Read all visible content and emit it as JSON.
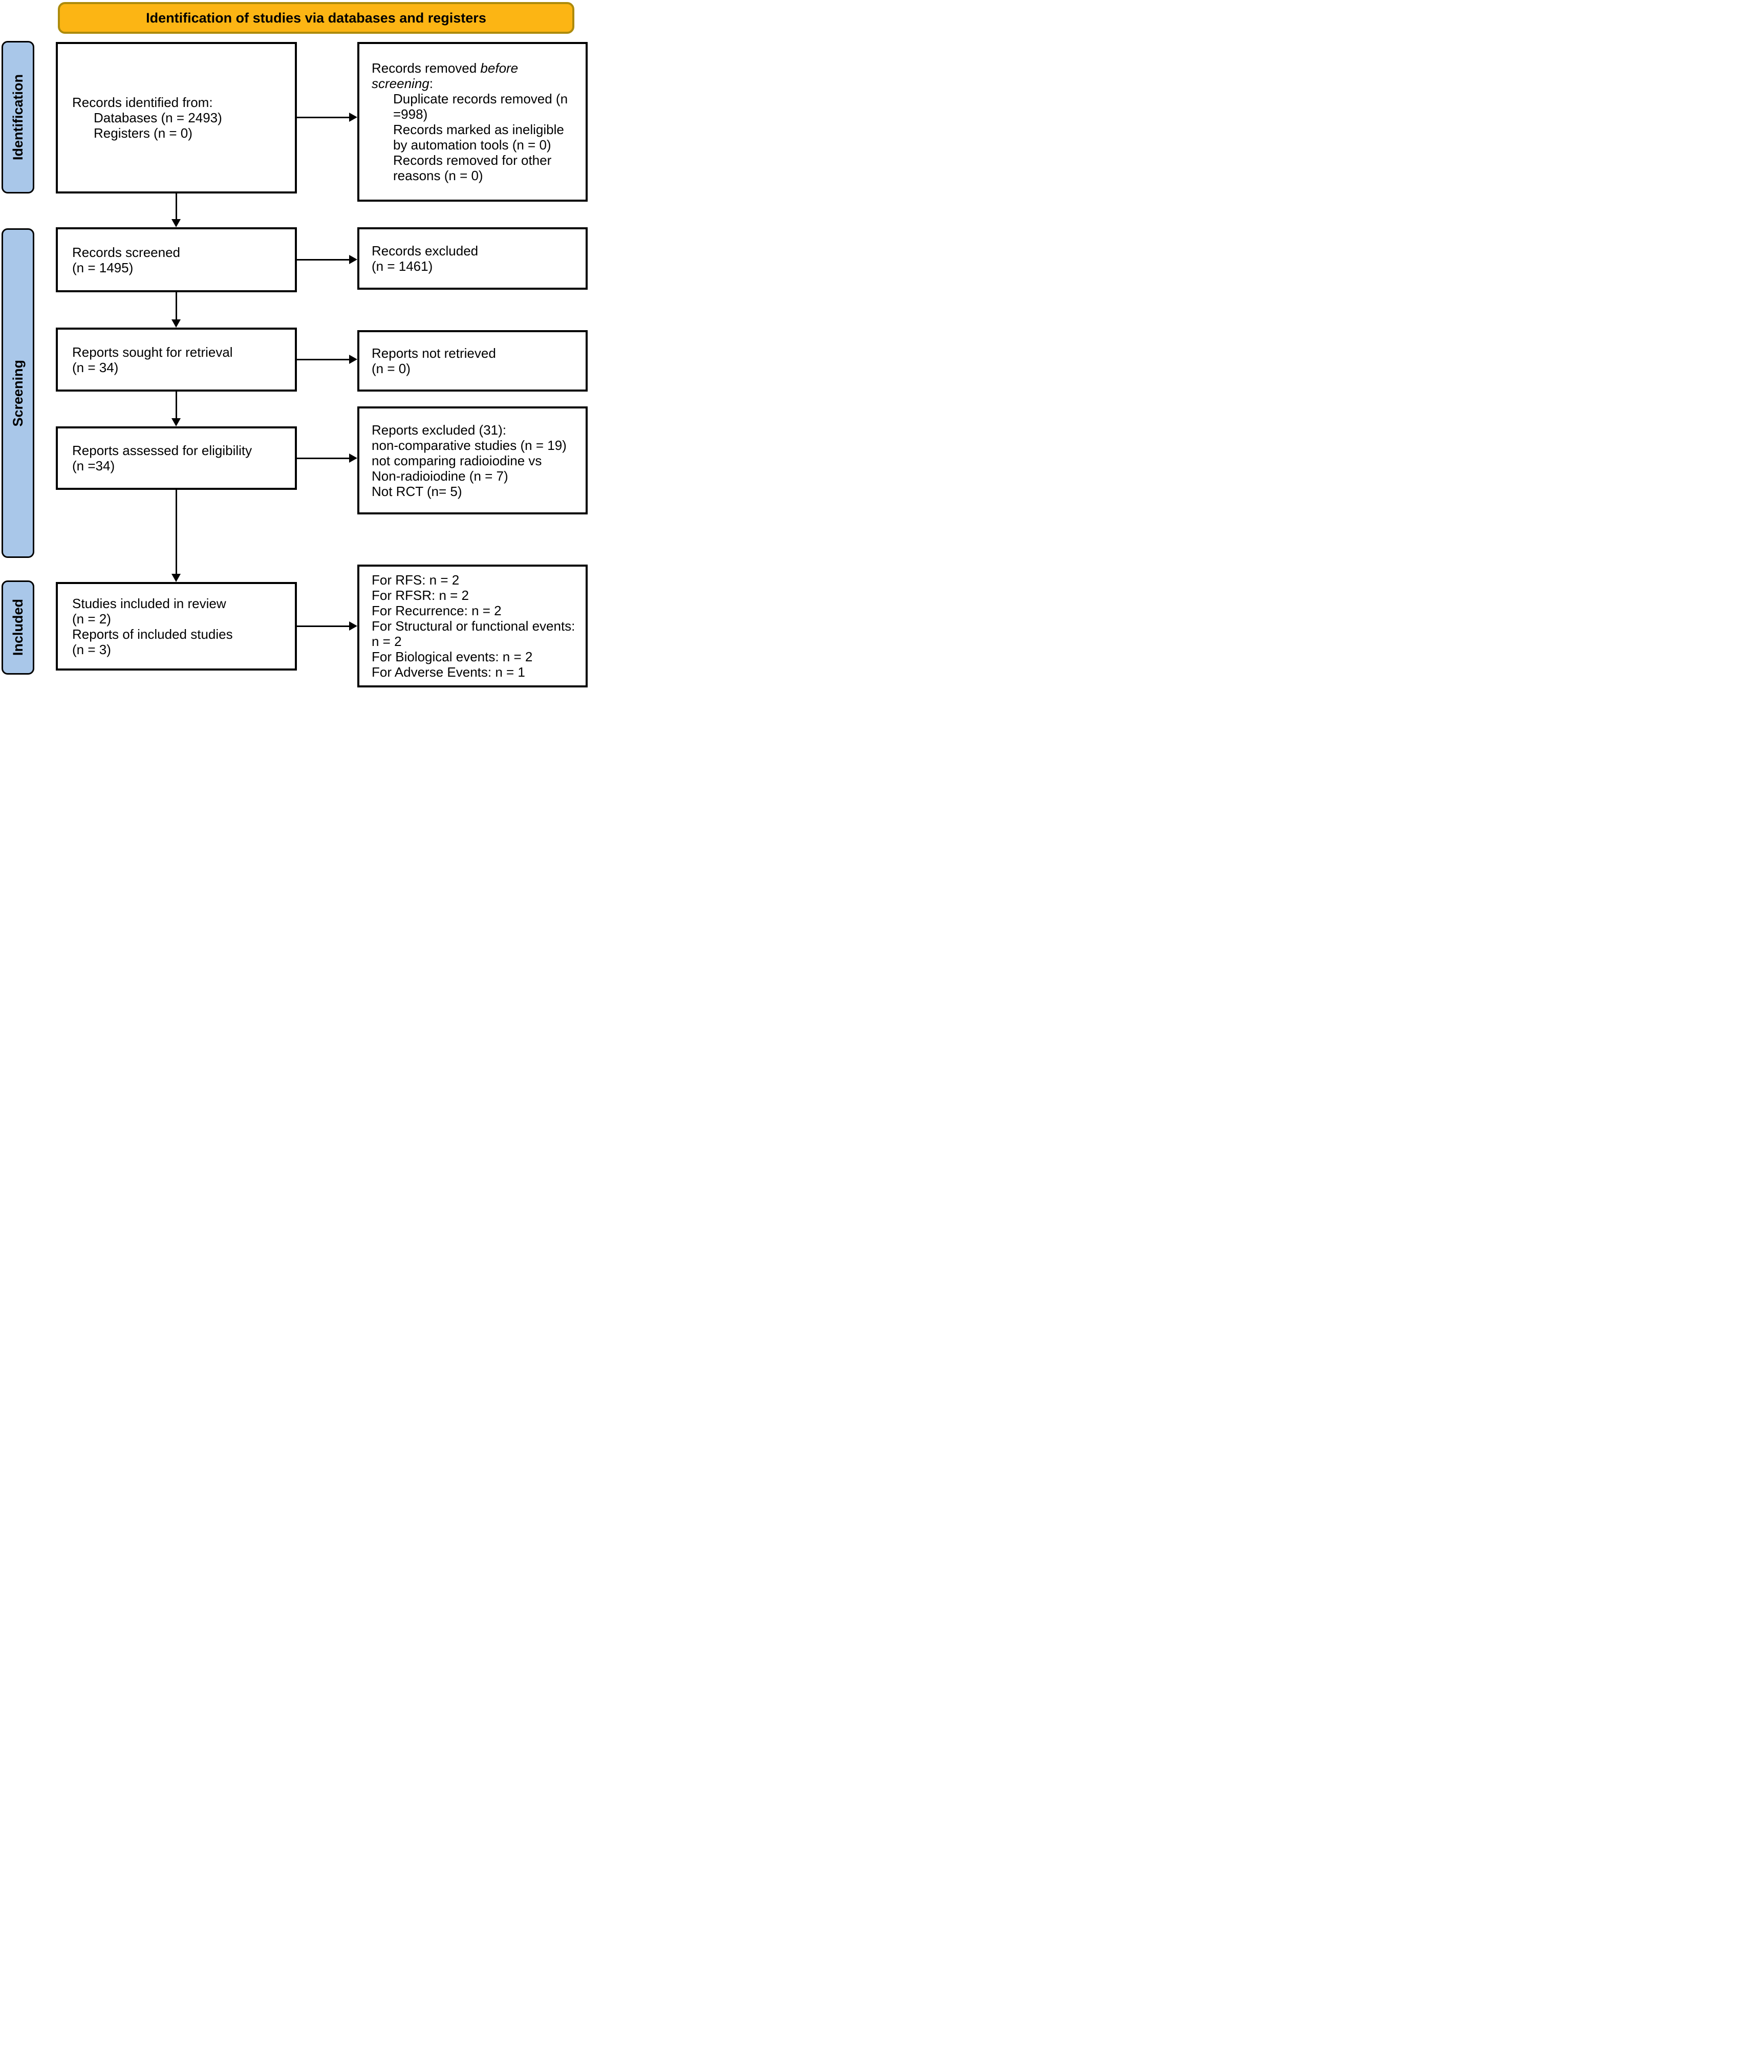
{
  "header": {
    "title": "Identification of studies via databases and registers"
  },
  "stages": {
    "identification": "Identification",
    "screening": "Screening",
    "included": "Included"
  },
  "colors": {
    "header_fill": "#FCB514",
    "header_border": "#AD8B0C",
    "stage_fill": "#A9C7E9",
    "box_border": "#000000",
    "text": "#000000"
  },
  "boxes": {
    "records_identified": {
      "line1": "Records identified from:",
      "items": [
        "Databases (n = 2493)",
        "Registers (n = 0)"
      ]
    },
    "records_removed": {
      "intro_pre": "Records removed ",
      "intro_italic": "before screening",
      "intro_post": ":",
      "items": [
        "Duplicate records removed (n =998)",
        "Records marked as ineligible by automation tools (n = 0)",
        "Records removed for other reasons (n = 0)"
      ]
    },
    "records_screened": {
      "lines": [
        "Records screened",
        "(n = 1495)"
      ]
    },
    "records_excluded": {
      "lines": [
        "Records excluded",
        "(n = 1461)"
      ]
    },
    "reports_sought": {
      "lines": [
        "Reports sought for retrieval",
        "(n = 34)"
      ]
    },
    "reports_not_retrieved": {
      "lines": [
        "Reports not retrieved",
        "(n = 0)"
      ]
    },
    "reports_assessed": {
      "lines": [
        "Reports assessed for eligibility",
        "(n =34)"
      ]
    },
    "reports_excluded": {
      "lines": [
        "Reports excluded (31):",
        "non-comparative studies (n = 19)",
        "not comparing radioiodine vs",
        "Non-radioiodine (n = 7)",
        "Not RCT (n= 5)"
      ]
    },
    "studies_included": {
      "lines": [
        "Studies included in review",
        "(n = 2)",
        "Reports of included studies",
        "(n = 3)"
      ]
    },
    "outcomes": {
      "lines": [
        "For RFS: n = 2",
        "For RFSR: n = 2",
        "For Recurrence: n = 2",
        "For Structural or functional events: n = 2",
        "For Biological events: n = 2",
        "For Adverse Events: n = 1"
      ]
    }
  }
}
